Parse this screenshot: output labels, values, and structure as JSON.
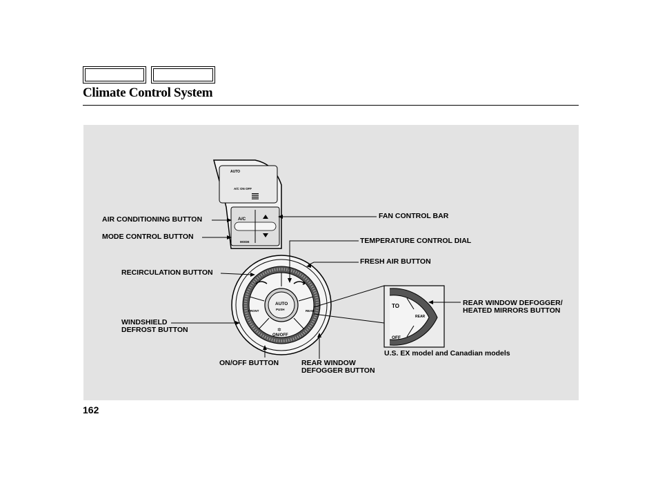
{
  "header": {
    "title": "Climate Control System",
    "tabs": [
      "",
      ""
    ]
  },
  "figure": {
    "labels": {
      "air_conditioning_button": "AIR CONDITIONING BUTTON",
      "mode_control_button": "MODE CONTROL BUTTON",
      "recirculation_button": "RECIRCULATION BUTTON",
      "windshield_defrost_button": "WINDSHIELD\nDEFROST BUTTON",
      "on_off_button": "ON/OFF BUTTON",
      "rear_window_defogger_button": "REAR WINDOW\nDEFOGGER BUTTON",
      "fan_control_bar": "FAN CONTROL BAR",
      "temperature_control_dial": "TEMPERATURE CONTROL DIAL",
      "fresh_air_button": "FRESH AIR BUTTON",
      "rear_window_defogger_heated_mirrors_button": "REAR WINDOW DEFOGGER/\nHEATED MIRRORS BUTTON",
      "model_note": "U.S. EX model and Canadian models"
    },
    "display": {
      "auto": "AUTO",
      "ac_on_off": "A/C ON OFF",
      "ac_button": "A/C",
      "mode": "MODE",
      "auto_push": "AUTO",
      "push": "PUSH",
      "front": "FRONT",
      "rear": "REAR",
      "on_off": "ON/OFF",
      "inset_to": "TO",
      "inset_rear": "REAR",
      "inset_off": "OFF"
    }
  },
  "footer": {
    "page_number": "162"
  }
}
